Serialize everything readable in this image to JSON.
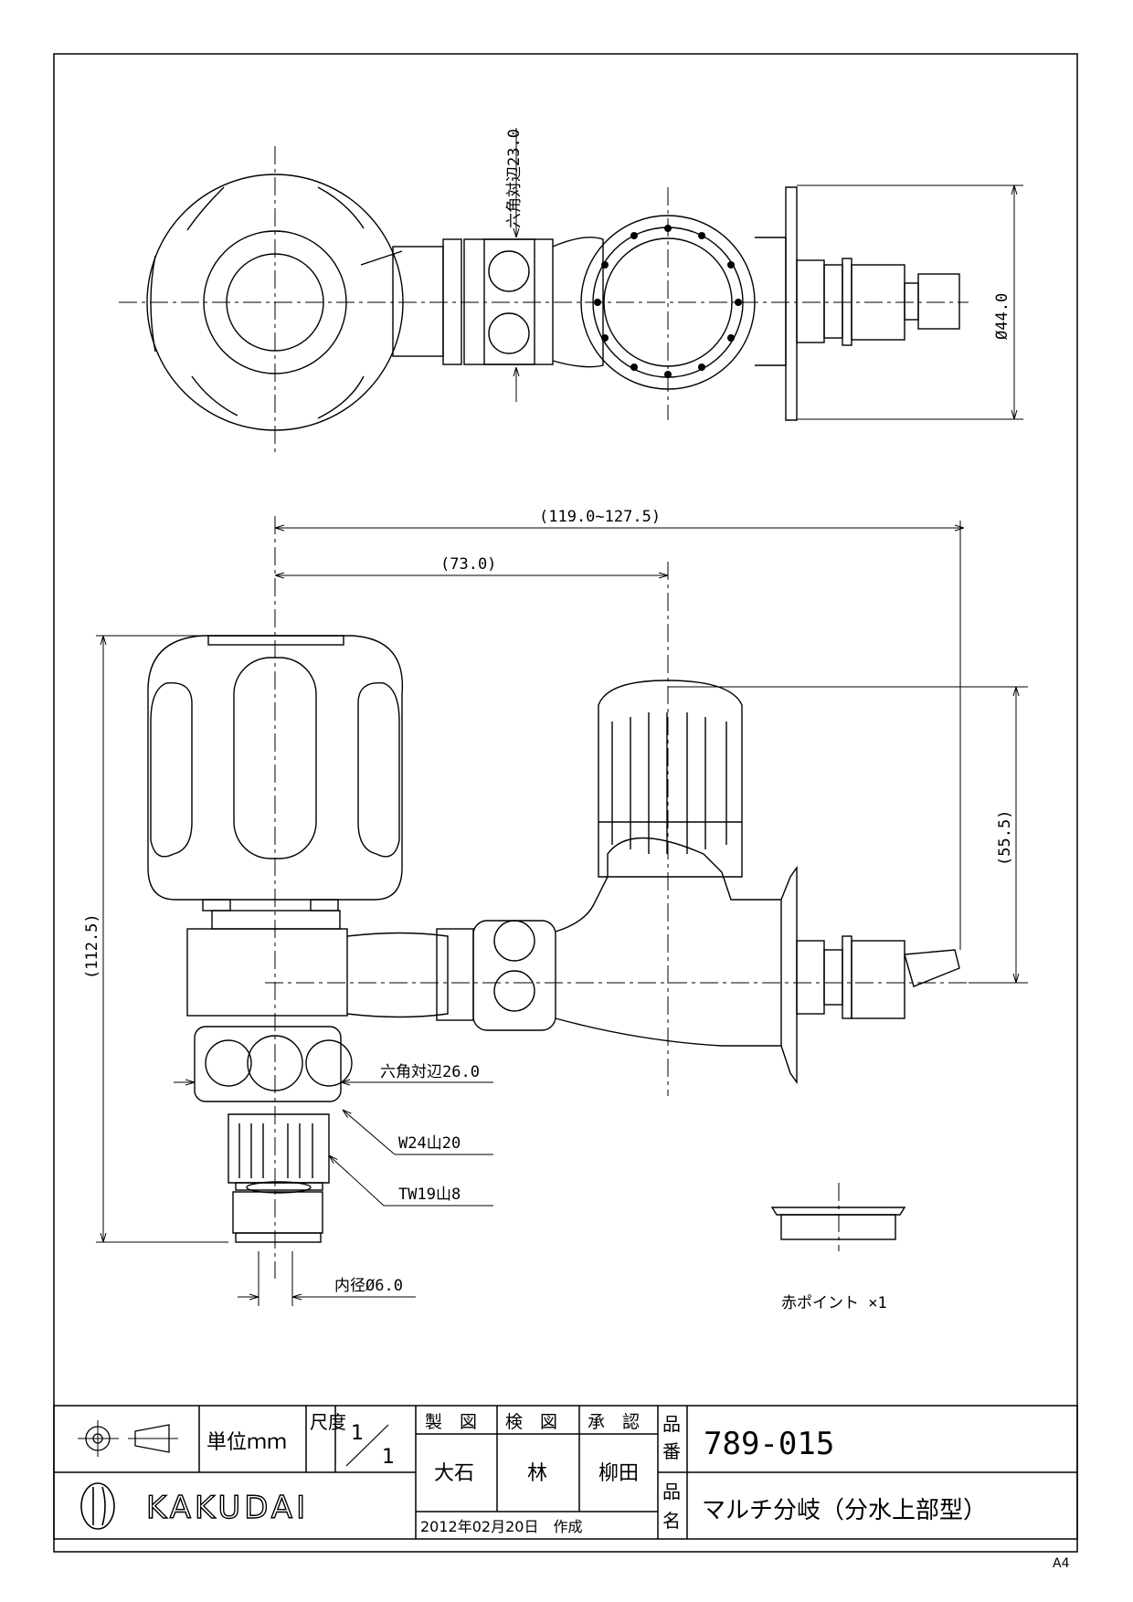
{
  "dimensions": {
    "hex_top": "六角対辺23.0",
    "dia_44": "Ø44.0",
    "span_total": "(119.0~127.5)",
    "span_73": "(73.0)",
    "height_112": "(112.5)",
    "height_55": "(55.5)",
    "hex_26": "六角対辺26.0",
    "thread_w24": "W24山20",
    "thread_tw19": "TW19山8",
    "inner_dia": "内径Ø6.0"
  },
  "accessory_label": "赤ポイント  ×1",
  "title_block": {
    "unit": "単位ｍｍ",
    "scale_label": "尺度",
    "scale_num": "1",
    "scale_den": "1",
    "col_draw": "製　図",
    "col_check": "検　図",
    "col_approve": "承　認",
    "name_draw": "大石",
    "name_check": "林",
    "name_approve": "柳田",
    "date": "2012年02月20日　作成",
    "part_no_label_1": "品",
    "part_no_label_2": "番",
    "part_no": "789-015",
    "part_name_label_1": "品",
    "part_name_label_2": "名",
    "part_name": "マルチ分岐（分水上部型）",
    "brand": "KAKUDAI",
    "sheet_size": "A4"
  }
}
